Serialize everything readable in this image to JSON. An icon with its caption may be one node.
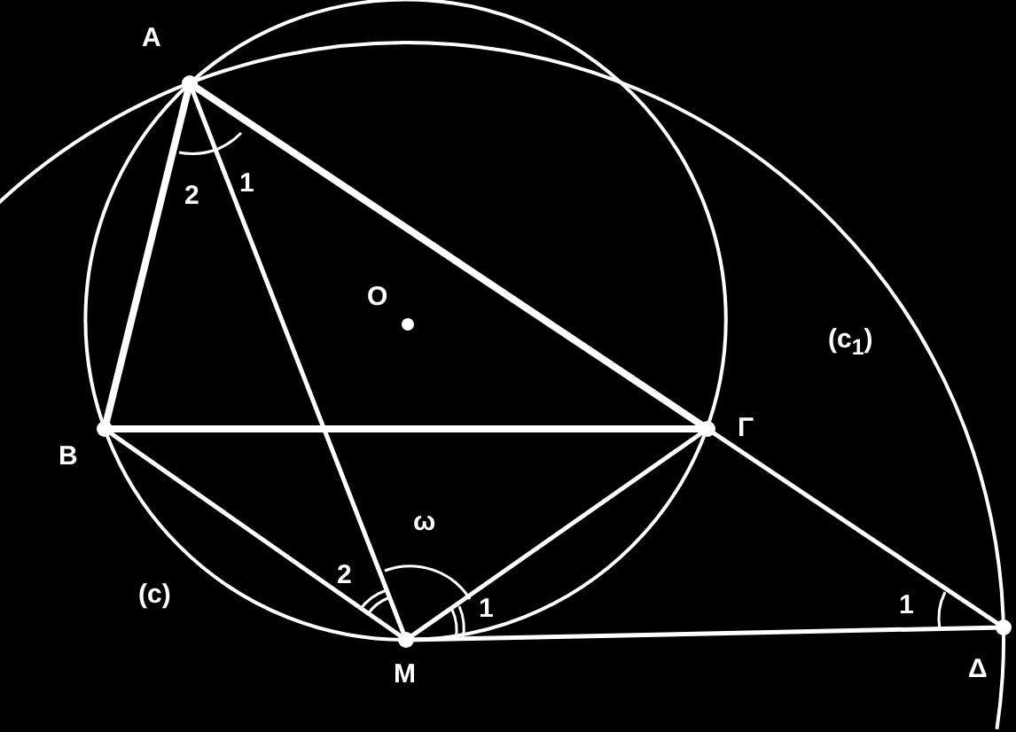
{
  "diagram": {
    "labels": [
      "A",
      "2",
      "1",
      "O",
      "(c$_{1}$)",
      "B",
      "Γ",
      "ω",
      "2",
      "1",
      "(c)",
      "M",
      "1",
      "Δ"
    ]
  }
}
